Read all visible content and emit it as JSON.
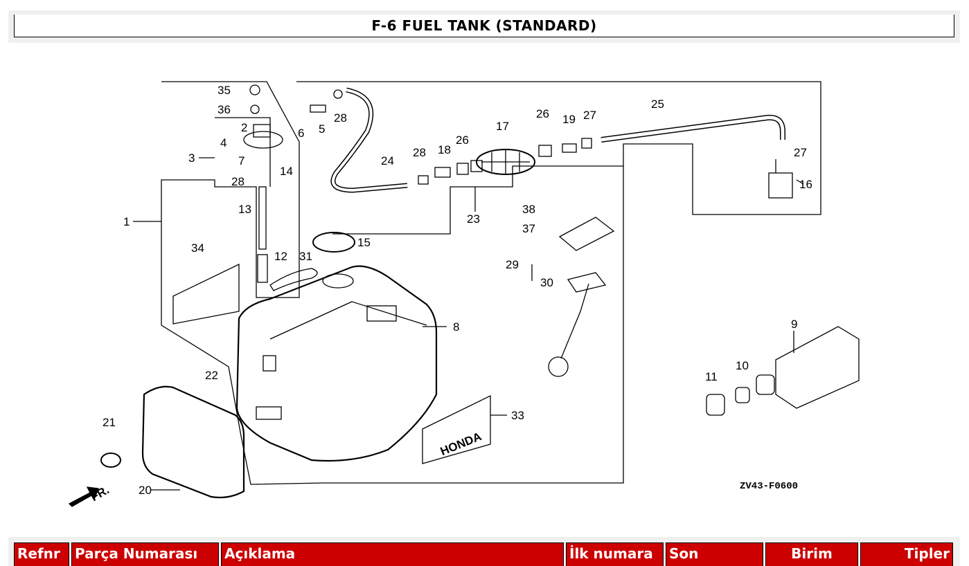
{
  "page_title": "F-6 FUEL TANK (STANDARD)",
  "diagram": {
    "code": "ZV43-F0600",
    "brand_label": "HONDA",
    "direction_label": "FR."
  },
  "callouts": [
    {
      "label": "1"
    },
    {
      "label": "2"
    },
    {
      "label": "3"
    },
    {
      "label": "4"
    },
    {
      "label": "5"
    },
    {
      "label": "6"
    },
    {
      "label": "7"
    },
    {
      "label": "8"
    },
    {
      "label": "9"
    },
    {
      "label": "10"
    },
    {
      "label": "11"
    },
    {
      "label": "12"
    },
    {
      "label": "13"
    },
    {
      "label": "14"
    },
    {
      "label": "15"
    },
    {
      "label": "16"
    },
    {
      "label": "17"
    },
    {
      "label": "18"
    },
    {
      "label": "19"
    },
    {
      "label": "20"
    },
    {
      "label": "21"
    },
    {
      "label": "22"
    },
    {
      "label": "23"
    },
    {
      "label": "24"
    },
    {
      "label": "25"
    },
    {
      "label": "26"
    },
    {
      "label": "26"
    },
    {
      "label": "27"
    },
    {
      "label": "27"
    },
    {
      "label": "28"
    },
    {
      "label": "28"
    },
    {
      "label": "28"
    },
    {
      "label": "29"
    },
    {
      "label": "30"
    },
    {
      "label": "31"
    },
    {
      "label": "33"
    },
    {
      "label": "34"
    },
    {
      "label": "35"
    },
    {
      "label": "36"
    },
    {
      "label": "37"
    },
    {
      "label": "38"
    }
  ],
  "table": {
    "headers": [
      "Refnr",
      "Parça Numarası",
      "Açıklama",
      "İlk numara",
      "Son",
      "Birim",
      "Tipler"
    ]
  },
  "colors": {
    "header_bg": "#cc0000",
    "header_text": "#ffffff",
    "frame_bg": "#f0f0f0"
  }
}
